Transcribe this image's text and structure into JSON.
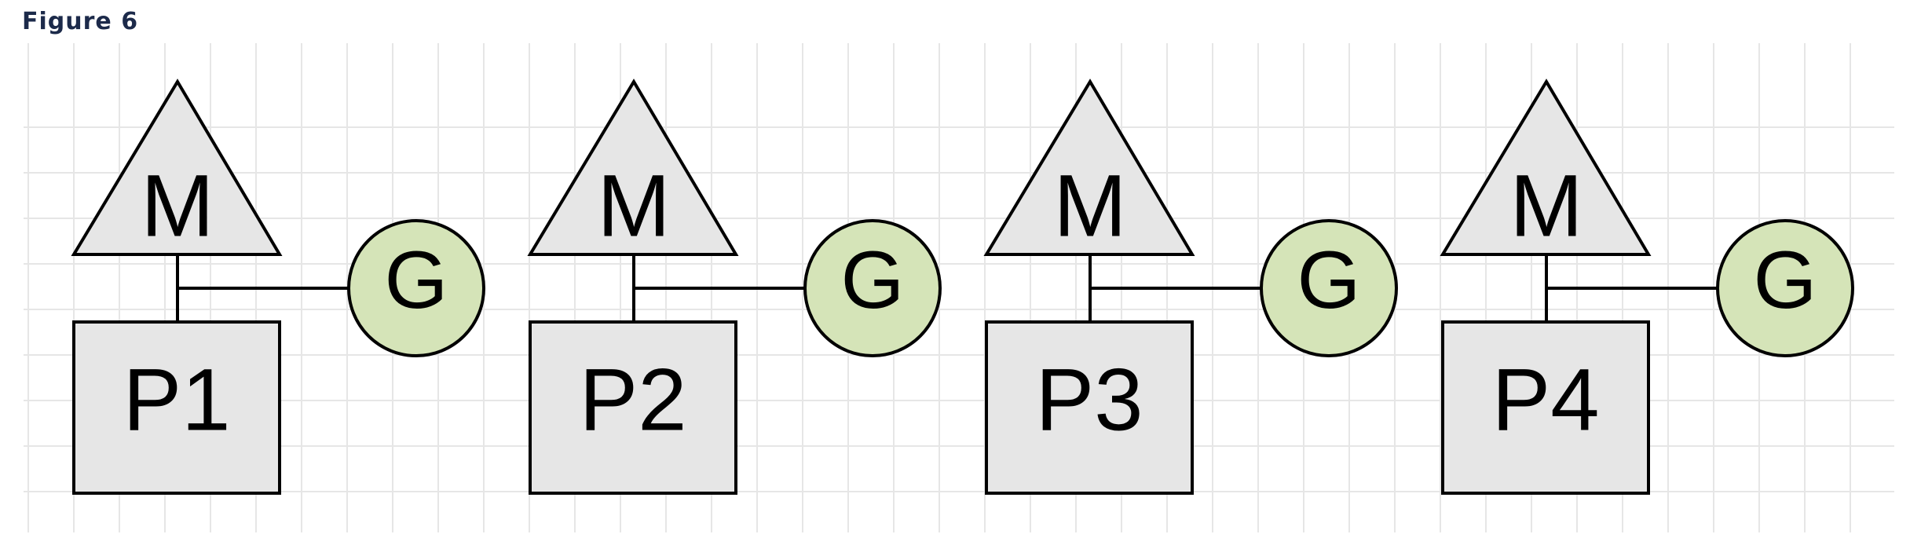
{
  "figure": {
    "caption": "Figure 6"
  },
  "diagram": {
    "units": [
      {
        "machine_label": "M",
        "processor_label": "P1",
        "goroutine_label": "G"
      },
      {
        "machine_label": "M",
        "processor_label": "P2",
        "goroutine_label": "G"
      },
      {
        "machine_label": "M",
        "processor_label": "P3",
        "goroutine_label": "G"
      },
      {
        "machine_label": "M",
        "processor_label": "P4",
        "goroutine_label": "G"
      }
    ],
    "colors": {
      "background": "#ffffff",
      "grid": "#e6e6e6",
      "machine_fill": "#e6e6e6",
      "processor_fill": "#e6e6e6",
      "goroutine_fill": "#d5e4b8",
      "outline": "#000000"
    }
  }
}
